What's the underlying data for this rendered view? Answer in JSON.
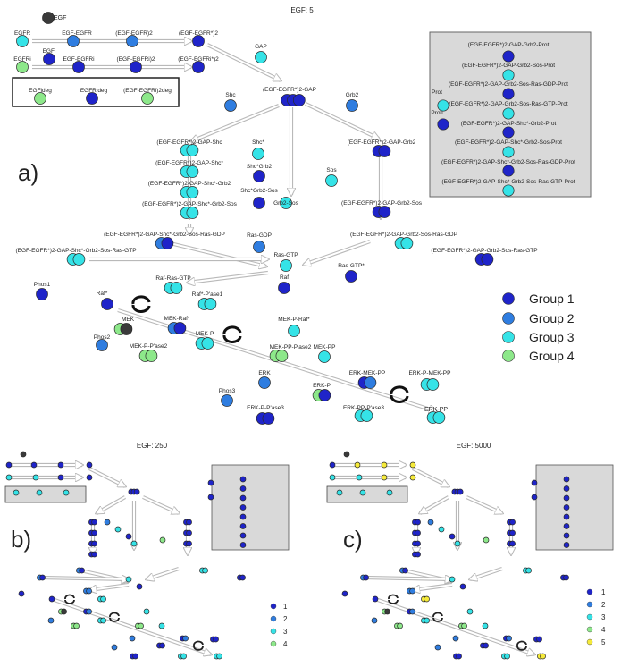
{
  "colors": {
    "g1": "#1f24c9",
    "g2": "#2f7de0",
    "g3": "#35e3e7",
    "g4": "#8de88a",
    "g5": "#f5ea3a",
    "egf": "#3a3a3a",
    "box": "#d9d9d9",
    "arrow": "#d4d4d4"
  },
  "panel_a": {
    "header": "EGF: 5",
    "label": "a)",
    "legend": [
      "Group 1",
      "Group 2",
      "Group 3",
      "Group 4"
    ],
    "labels": {
      "egf": "EGF",
      "egfr": "EGFR",
      "egf_egfr": "EGF-EGFR",
      "egf_egfr_i2": "(EGF-EGFR)2",
      "egf_egfr_star2": "(EGF-EGFR*)2",
      "egfi": "EGFi",
      "egfri": "EGFRi",
      "egf_egfri": "EGF-EGFRi",
      "egf_egfri2": "(EGF-EGFRi)2",
      "egf_egfri_star2": "(EGF-EGFRi*)2",
      "egfideg": "EGFideg",
      "egfrideg": "EGFRideg",
      "egf_egfri2deg": "(EGF-EGFRi)2deg",
      "gap": "GAP",
      "egfr_gap": "(EGF-EGFR*)2-GAP",
      "shc": "Shc",
      "grb2": "Grb2",
      "gap_shc": "(EGF-EGFR*)2-GAP-Shc",
      "gap_shcstar": "(EGF-EGFR*)2-GAP-Shc*",
      "shcstar": "Shc*",
      "gap_grb2": "(EGF-EGFR*)2-GAP-Grb2",
      "gap_shcstar_grb2": "(EGF-EGFR*)2-GAP-Shc*-Grb2",
      "shcstar_grb2": "Shc*Grb2",
      "sos": "Sos",
      "gap_shcstar_grb2_sos": "(EGF-EGFR*)2-GAP-Shc*-Grb2-Sos",
      "shcstar_grb2_sos": "Shc*Grb2-Sos",
      "grb2_sos": "Grb2-Sos",
      "gap_grb2_sos": "(EGF-EGFR*)2-GAP-Grb2-Sos",
      "gap_shc_grb2_sos_rasgdp": "(EGF-EGFR*)2-GAP-Shc*-Grb2-Sos-Ras-GDP",
      "gap_shc_grb2_sos_rasgtp": "(EGF-EGFR*)2-GAP-Shc*-Grb2-Sos-Ras-GTP",
      "ras_gdp": "Ras-GDP",
      "gap_grb2_sos_rasgdp": "(EGF-EGFR*)2-GAP-Grb2-Sos-Ras-GDP",
      "gap_grb2_sos_rasgtp": "(EGF-EGFR*)2-GAP-Grb2-Sos-Ras-GTP",
      "ras_gtp": "Ras-GTP",
      "ras_gtpstar": "Ras-GTP*",
      "raf": "Raf",
      "phos1": "Phos1",
      "raf_ras_gtp": "Raf-Ras-GTP",
      "rafstar": "Raf*",
      "rafstar_pase1": "Raf*-P'ase1",
      "mek": "MEK",
      "mek_rafstar": "MEK-Raf*",
      "mek_p_rafstar": "MEK-P-Raf*",
      "phos2": "Phos2",
      "mek_p": "MEK-P",
      "mek_pp_pase2": "MEK-PP-P'ase2",
      "mek_p_pase2": "MEK-P-P'ase2",
      "mek_pp": "MEK-PP",
      "erk": "ERK",
      "erk_mek_pp": "ERK-MEK-PP",
      "erk_p_mek_pp": "ERK-P-MEK-PP",
      "phos3": "Phos3",
      "erk_p": "ERK-P",
      "erk_p_pase3": "ERK-P-P'ase3",
      "erk_pp_pase3": "ERK-PP-P'ase3",
      "erk_pp": "ERK-PP",
      "prot": "Prot",
      "proti": "Proti",
      "r1": "(EGF-EGFR*)2-GAP-Grb2-Prot",
      "r2": "(EGF-EGFR*)2-GAP-Grb2-Sos-Prot",
      "r3": "(EGF-EGFR*)2-GAP-Grb2-Sos-Ras-GDP-Prot",
      "r4": "(EGF-EGFR*)2-GAP-Grb2-Sos-Ras-GTP-Prot",
      "r5": "(EGF-EGFR*)2-GAP-Shc*-Grb2-Prot",
      "r6": "(EGF-EGFR*)2-GAP-Shc*-Grb2-Sos-Prot",
      "r7": "(EGF-EGFR*)2-GAP-Shc*-Grb2-Sos-Ras-GDP-Prot",
      "r8": "(EGF-EGFR*)2-GAP-Shc*-Grb2-Sos-Ras-GTP-Prot"
    }
  },
  "panel_b": {
    "header": "EGF: 250",
    "label": "b)",
    "legend": [
      "1",
      "2",
      "3",
      "4"
    ]
  },
  "panel_c": {
    "header": "EGF: 5000",
    "label": "c)",
    "legend": [
      "1",
      "2",
      "3",
      "4",
      "5"
    ]
  }
}
